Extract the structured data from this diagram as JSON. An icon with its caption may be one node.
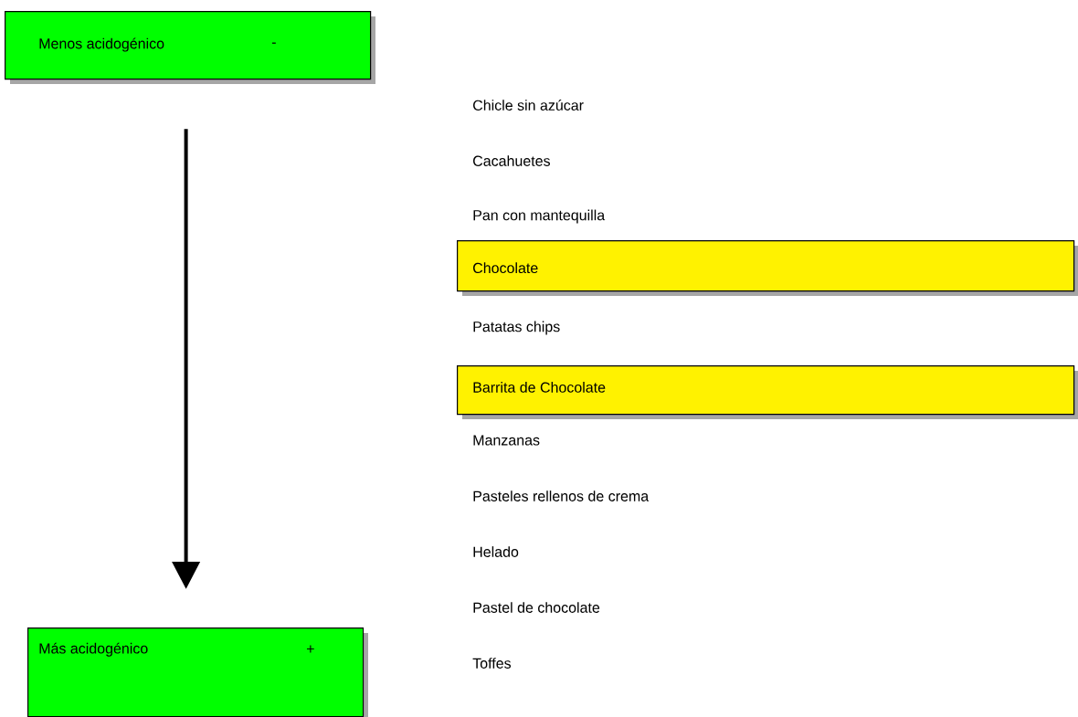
{
  "diagram": {
    "nodes": [
      {
        "text": [
          "Menos acidogénico",
          "-"
        ]
      },
      {
        "text": [
          "Chocolate"
        ]
      },
      {
        "text": [
          "Barrita de Chocolate"
        ]
      },
      {
        "text": [
          "Más acidogénico",
          "+"
        ]
      }
    ],
    "edges": [
      {
        "from": 0,
        "to": 3,
        "arrow": "to"
      }
    ],
    "labels": [
      "Chicle sin azúcar",
      "Cacahuetes",
      "Pan con mantequilla",
      "Patatas chips",
      "Manzanas",
      "Pasteles rellenos de crema",
      "Helado",
      "Pastel de chocolate",
      "Toffes"
    ]
  }
}
